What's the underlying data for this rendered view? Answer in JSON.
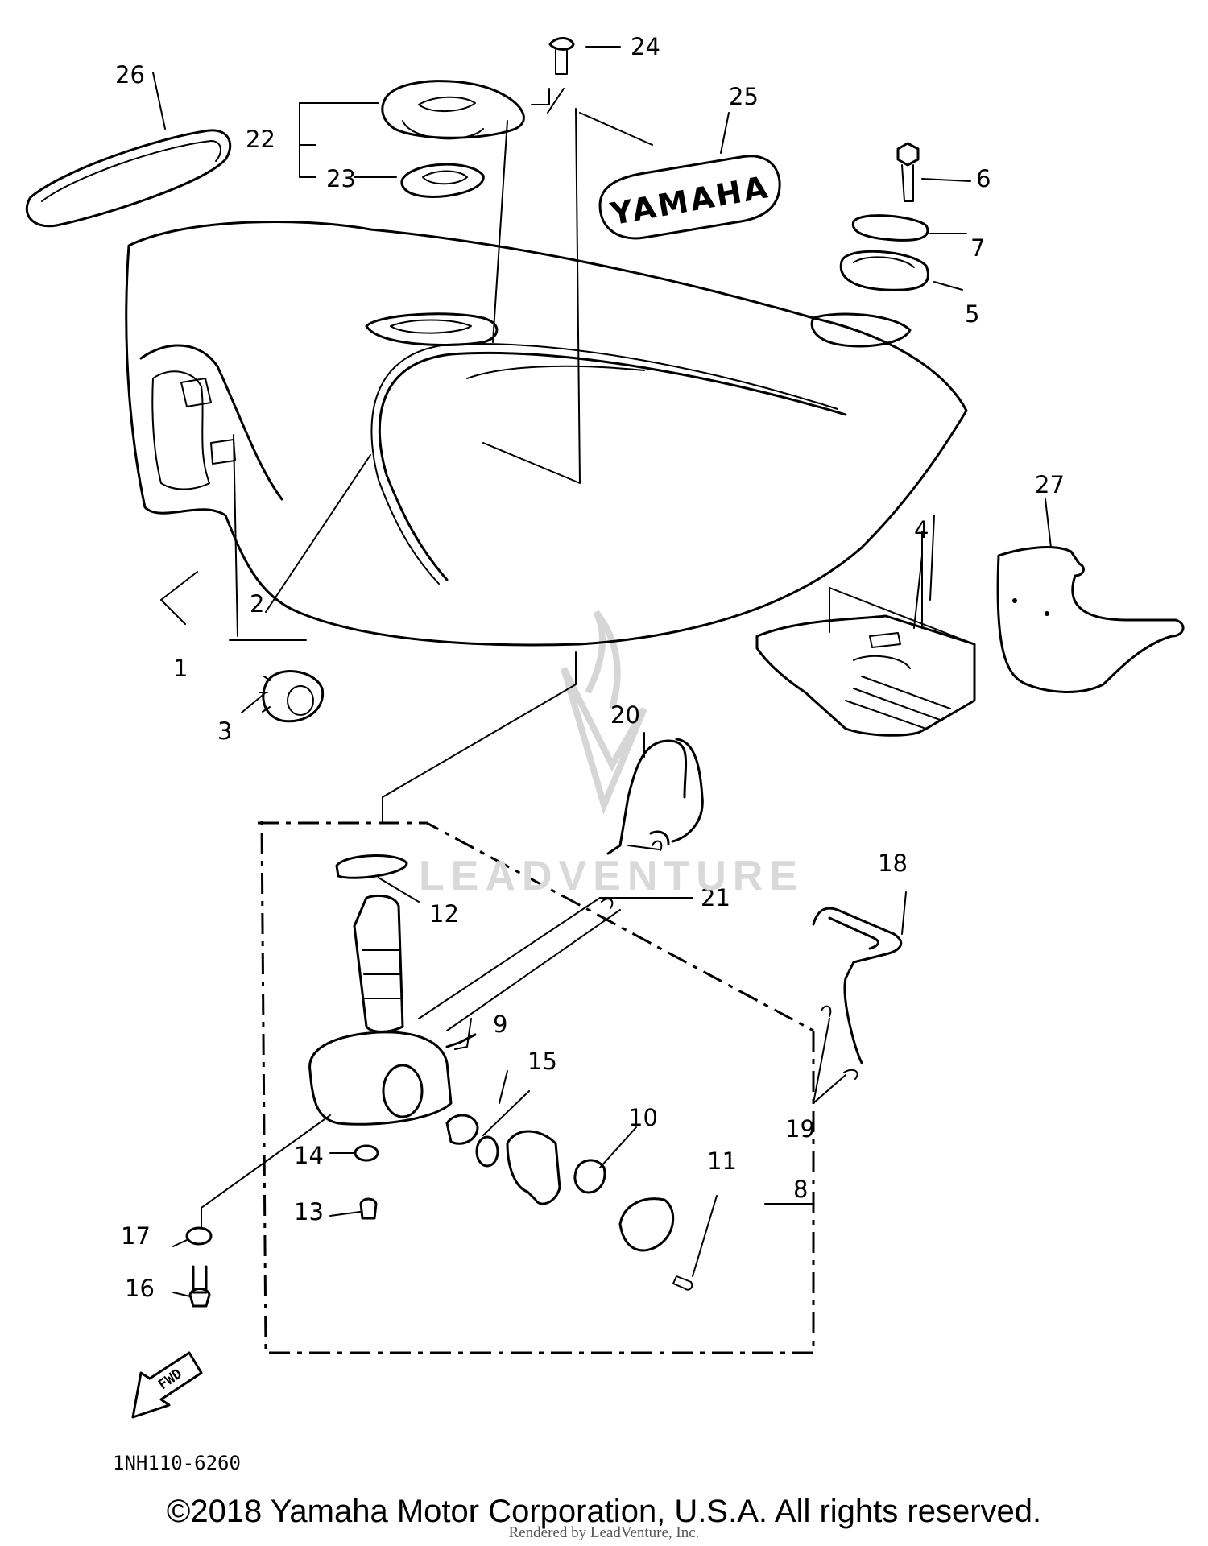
{
  "diagram": {
    "part_code": "1NH110-6260",
    "direction_label": "FWD",
    "logo_text": "YAMAHA",
    "watermark": "LEADVENTURE",
    "copyright": "©2018 Yamaha Motor Corporation, U.S.A. All rights reserved.",
    "rendered_by": "Rendered by LeadVenture, Inc.",
    "callouts": {
      "c1": "1",
      "c2": "2",
      "c3": "3",
      "c4": "4",
      "c5": "5",
      "c6": "6",
      "c7": "7",
      "c8": "8",
      "c9": "9",
      "c10": "10",
      "c11": "11",
      "c12": "12",
      "c13": "13",
      "c14": "14",
      "c15": "15",
      "c16": "16",
      "c17": "17",
      "c18": "18",
      "c19": "19",
      "c20": "20",
      "c21": "21",
      "c22": "22",
      "c23": "23",
      "c24": "24",
      "c25": "25",
      "c26": "26",
      "c27": "27"
    }
  }
}
